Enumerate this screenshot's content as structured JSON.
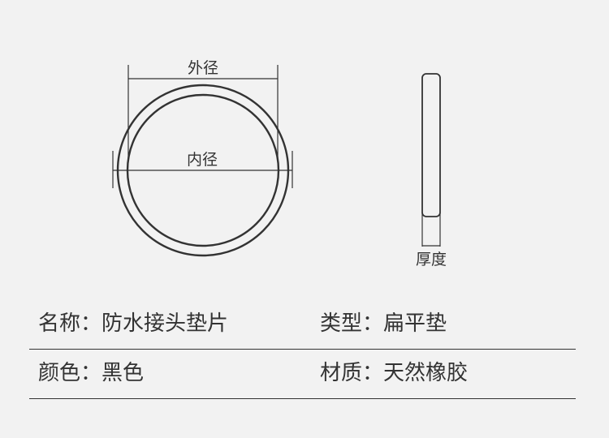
{
  "diagram": {
    "outer_diameter_label": "外径",
    "inner_diameter_label": "内径",
    "thickness_label": "厚度"
  },
  "specs": [
    {
      "left": {
        "label": "名称：",
        "value": "防水接头垫片"
      },
      "right": {
        "label": "类型：",
        "value": "扁平垫"
      }
    },
    {
      "left": {
        "label": "颜色：",
        "value": "黑色"
      },
      "right": {
        "label": "材质：",
        "value": "天然橡胶"
      }
    }
  ],
  "colors": {
    "background": "#f2f2f2",
    "line": "#333333",
    "text": "#333333"
  }
}
